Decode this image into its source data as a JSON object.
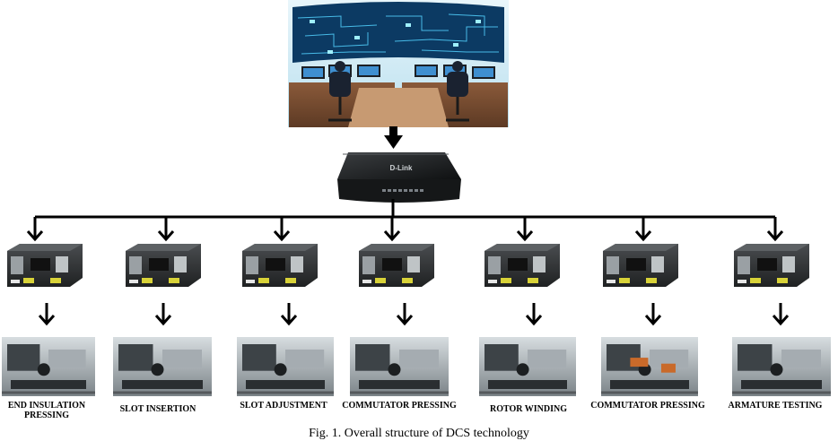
{
  "control_room": {
    "icon": "control-room-photo"
  },
  "switch": {
    "brand": "D-Link",
    "icon": "network-switch"
  },
  "stations": [
    {
      "name": "END INSULATION PRESSING"
    },
    {
      "name": "SLOT INSERTION"
    },
    {
      "name": "SLOT ADJUSTMENT"
    },
    {
      "name": "COMMUTATOR PRESSING"
    },
    {
      "name": "ROTOR WINDING"
    },
    {
      "name": "COMMUTATOR PRESSING"
    },
    {
      "name": "ARMATURE TESTING"
    }
  ],
  "caption": "Fig. 1. Overall structure of DCS technology",
  "colors": {
    "line": "#000000",
    "screen_glow": "#3ab6e8",
    "plc_body": "#2b2d2e",
    "plc_terminal": "#d8d238"
  }
}
